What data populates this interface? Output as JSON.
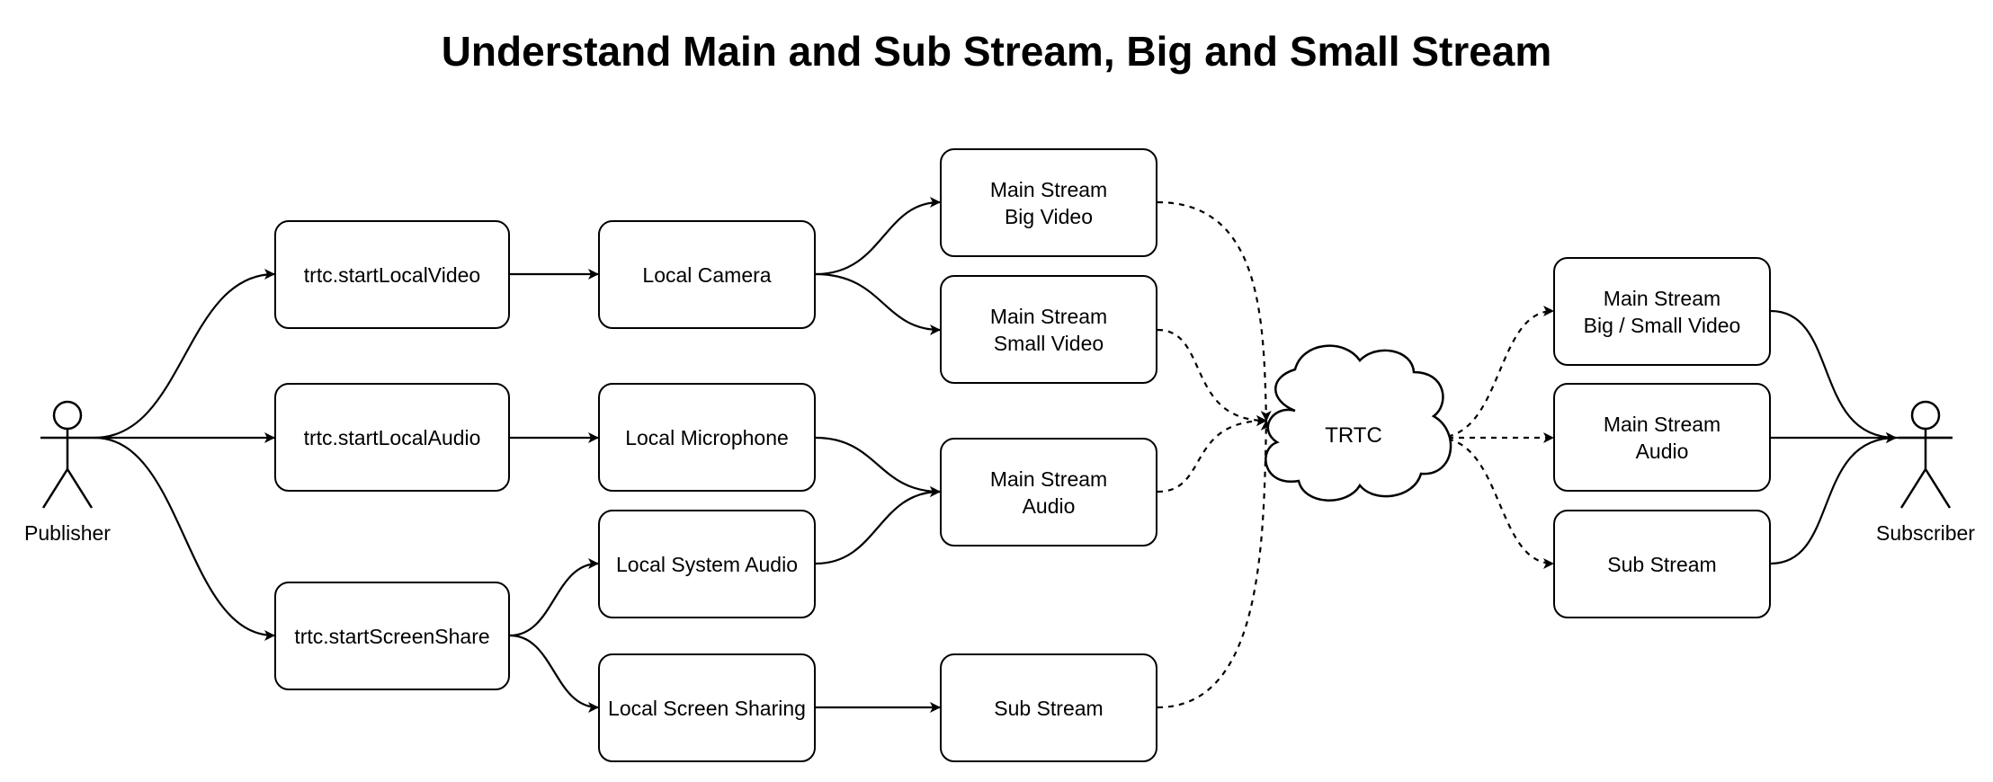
{
  "title": "Understand Main and Sub Stream, Big and Small Stream",
  "actors": {
    "publisher": "Publisher",
    "subscriber": "Subscriber"
  },
  "apis": {
    "start_local_video": "trtc.startLocalVideo",
    "start_local_audio": "trtc.startLocalAudio",
    "start_screen_share": "trtc.startScreenShare"
  },
  "sources": {
    "local_camera": "Local Camera",
    "local_microphone": "Local Microphone",
    "local_system_audio": "Local System Audio",
    "local_screen_sharing": "Local Screen Sharing"
  },
  "streams": {
    "main_big_video": "Main Stream\nBig Video",
    "main_small_video": "Main Stream\nSmall Video",
    "main_audio": "Main Stream\nAudio",
    "sub_stream": "Sub Stream"
  },
  "cloud": "TRTC",
  "received": {
    "main_big_small_video": "Main Stream\nBig / Small Video",
    "main_audio": "Main Stream\nAudio",
    "sub_stream": "Sub Stream"
  }
}
